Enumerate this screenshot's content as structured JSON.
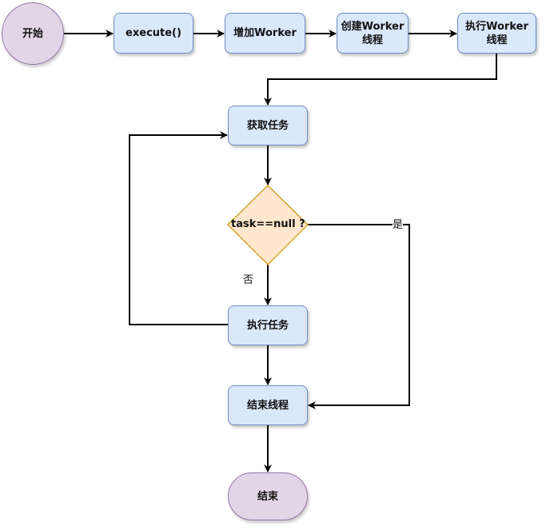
{
  "diagram": {
    "colors": {
      "process_fill": "#dae8fc",
      "process_stroke": "#6c8ebf",
      "terminal_fill": "#e1d5e7",
      "terminal_stroke": "#9673a6",
      "decision_fill": "#ffe6cc",
      "decision_stroke": "#d6a42a",
      "edge": "#000000"
    },
    "nodes": {
      "start": "开始",
      "execute": "execute()",
      "add_worker": "增加Worker",
      "create_worker": "创建Worker\n线程",
      "run_worker": "执行Worker\n线程",
      "get_task": "获取任务",
      "decision": "task==null ?",
      "run_task": "执行任务",
      "end_thread": "结束线程",
      "end": "结束"
    },
    "edge_labels": {
      "yes": "是",
      "no": "否"
    },
    "edges": [
      {
        "from": "start",
        "to": "execute"
      },
      {
        "from": "execute",
        "to": "add_worker"
      },
      {
        "from": "add_worker",
        "to": "create_worker"
      },
      {
        "from": "create_worker",
        "to": "run_worker"
      },
      {
        "from": "run_worker",
        "to": "get_task"
      },
      {
        "from": "get_task",
        "to": "decision"
      },
      {
        "from": "decision",
        "to": "run_task",
        "label": "否"
      },
      {
        "from": "decision",
        "to": "end_thread",
        "label": "是"
      },
      {
        "from": "run_task",
        "to": "get_task"
      },
      {
        "from": "run_task",
        "to": "end_thread"
      },
      {
        "from": "end_thread",
        "to": "end"
      }
    ]
  }
}
